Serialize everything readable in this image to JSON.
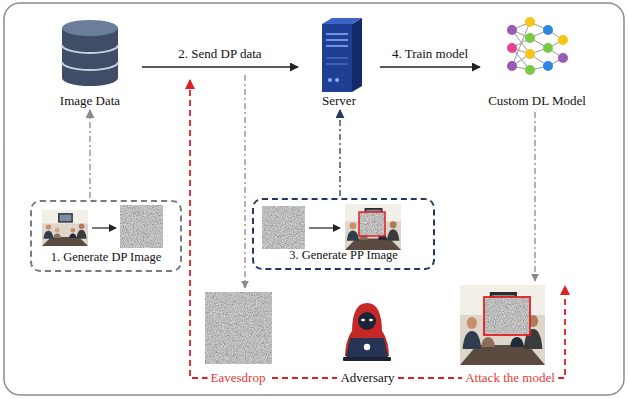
{
  "diagram": {
    "nodes": [
      {
        "text": [
          "Image Data"
        ]
      },
      {
        "text": [
          "Server"
        ]
      },
      {
        "text": [
          "Custom DL Model"
        ]
      },
      {
        "text": [
          "1. Generate DP Image"
        ]
      },
      {
        "text": [
          "3. Generate PP Image"
        ]
      },
      {
        "text": [
          "Adversary"
        ]
      }
    ],
    "edges": [
      {
        "from": 0,
        "to": 1,
        "arrow": "to",
        "label": "2. Send DP data"
      },
      {
        "from": 1,
        "to": 2,
        "arrow": "to",
        "label": "4. Train model"
      },
      {
        "from": 3,
        "to": 0,
        "arrow": "to"
      },
      {
        "from": 4,
        "to": 1,
        "arrow": "to"
      }
    ],
    "labels": [
      "Eavesdrop",
      "Attack the model"
    ]
  }
}
